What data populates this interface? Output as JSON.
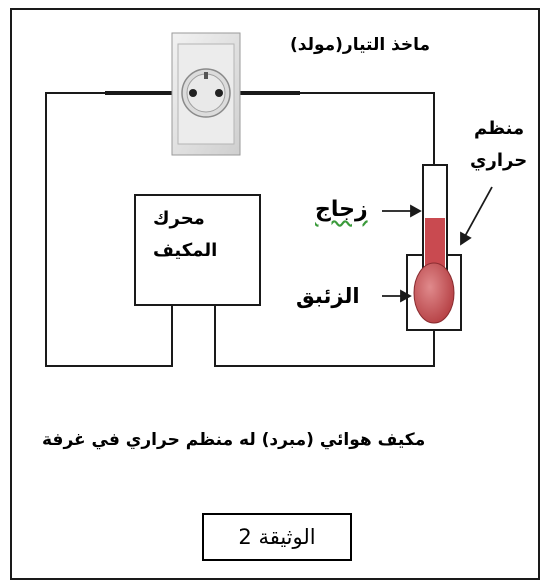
{
  "labels": {
    "outlet": "ماخذ التيار(مولد)",
    "thermostat_line1": "منظم",
    "thermostat_line2": "حراري",
    "glass": "زجاج",
    "motor_line1": "محرك",
    "motor_line2": "المكيف",
    "mercury": "الزئبق",
    "caption": "مكيف هوائي (مبرد) له منظم حراري في غرفة",
    "document": "الوثيقة 2"
  },
  "colors": {
    "mercury": "#c0474a",
    "mercury_light": "#d9777a",
    "outlet_body": "#e6e6e6",
    "wire": "#1a1a1a"
  }
}
